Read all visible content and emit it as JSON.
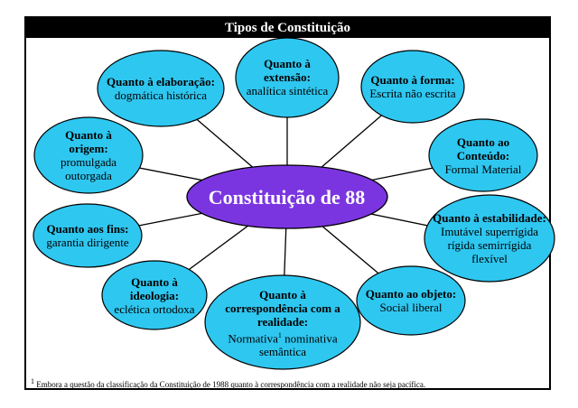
{
  "title": "Tipos de Constituição",
  "center": "Constituição de 88",
  "colors": {
    "bubble_fill": "#2ec7f0",
    "center_fill": "#7b35e0",
    "stroke": "#000000",
    "title_bg": "#000000",
    "title_fg": "#ffffff"
  },
  "bubbles": {
    "elaboracao": {
      "category": "Quanto à elaboração:",
      "values": "dogmática histórica"
    },
    "extensao": {
      "category": "Quanto à extensão:",
      "values": "analítica sintética"
    },
    "forma": {
      "category": "Quanto à forma:",
      "values": "Escrita não escrita"
    },
    "origem": {
      "category": "Quanto à origem:",
      "values": "promulgada outorgada"
    },
    "conteudo": {
      "category": "Quanto ao Conteúdo:",
      "values": "Formal Material"
    },
    "fins": {
      "category": "Quanto aos fins:",
      "values": "garantia dirigente"
    },
    "estabilidade": {
      "category": "Quanto à estabilidade:",
      "values": "Imutável superrígida rígida semirrígida flexível"
    },
    "ideologia": {
      "category": "Quanto à ideologia:",
      "values": "eclética ortodoxa"
    },
    "realidade": {
      "category": "Quanto à correspondência com a realidade:",
      "values_a": "Normativa",
      "footnote_mark": "1",
      "values_b": " nominativa semântica"
    },
    "objeto": {
      "category": "Quanto ao objeto:",
      "values": "Social liberal"
    }
  },
  "footnote": {
    "mark": "1",
    "text": " Embora a questão da classificação da Constituição de 1988 quanto à correspondência com a realidade não seja pacífica."
  }
}
